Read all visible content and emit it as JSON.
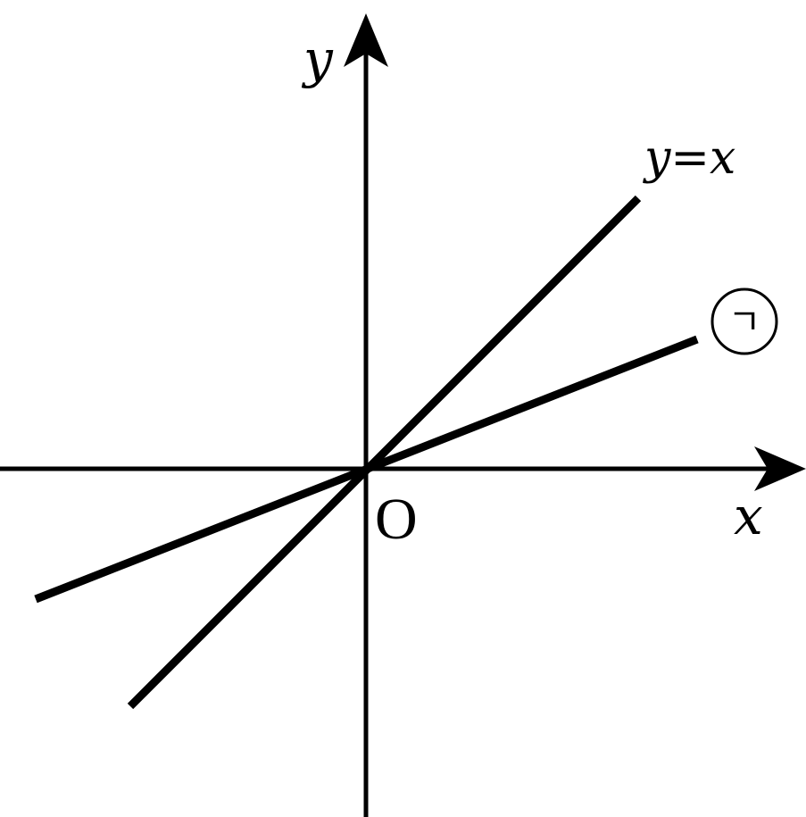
{
  "axes": {
    "x_label": "x",
    "y_label": "y",
    "origin_label": "O"
  },
  "lines": [
    {
      "id": "identity",
      "label_left": "y",
      "label_eq": "=",
      "label_right": "x"
    },
    {
      "id": "line-giyeok",
      "marker": "ㄱ"
    }
  ],
  "colors": {
    "stroke": "#000000",
    "background": "#ffffff"
  }
}
